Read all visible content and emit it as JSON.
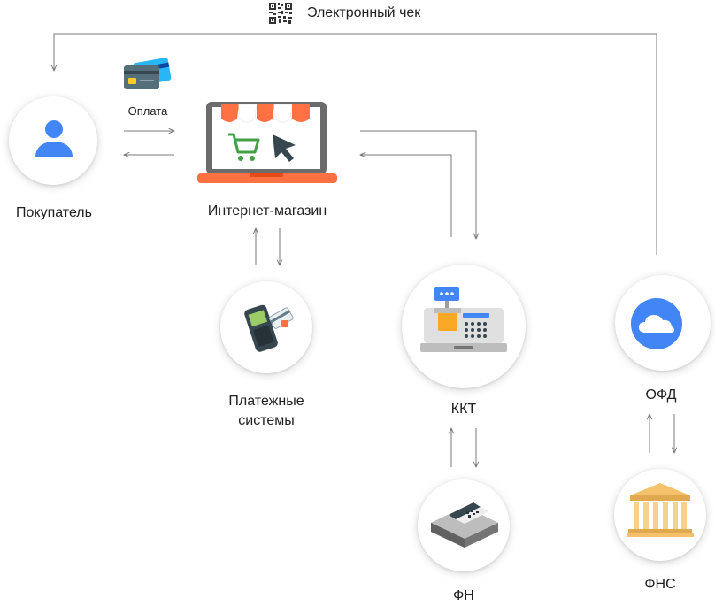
{
  "receipt": {
    "label": "Электронный чек",
    "icon": "qr-code-icon"
  },
  "payment": {
    "label": "Оплата",
    "icon": "credit-cards-icon"
  },
  "nodes": {
    "buyer": {
      "label": "Покупатель",
      "icon": "person-icon"
    },
    "shop": {
      "label": "Интернет-магазин",
      "icon": "storefront-laptop-icon"
    },
    "payment_systems": {
      "label_line1": "Платежные",
      "label_line2": "системы",
      "icon": "payment-terminal-icon"
    },
    "kkt": {
      "label": "ККТ",
      "icon": "cash-register-icon"
    },
    "ofd": {
      "label": "ОФД",
      "icon": "cloud-icon"
    },
    "fn": {
      "label": "ФН",
      "icon": "fiscal-drive-icon"
    },
    "fns": {
      "label": "ФНС",
      "icon": "government-building-icon"
    }
  },
  "colors": {
    "connector": "#7a7a7a",
    "person_blue": "#4285f4",
    "awning_orange": "#ff7043",
    "cart_green": "#43a047",
    "cloud_blue": "#4285f4",
    "building_gold": "#f5c26b"
  }
}
